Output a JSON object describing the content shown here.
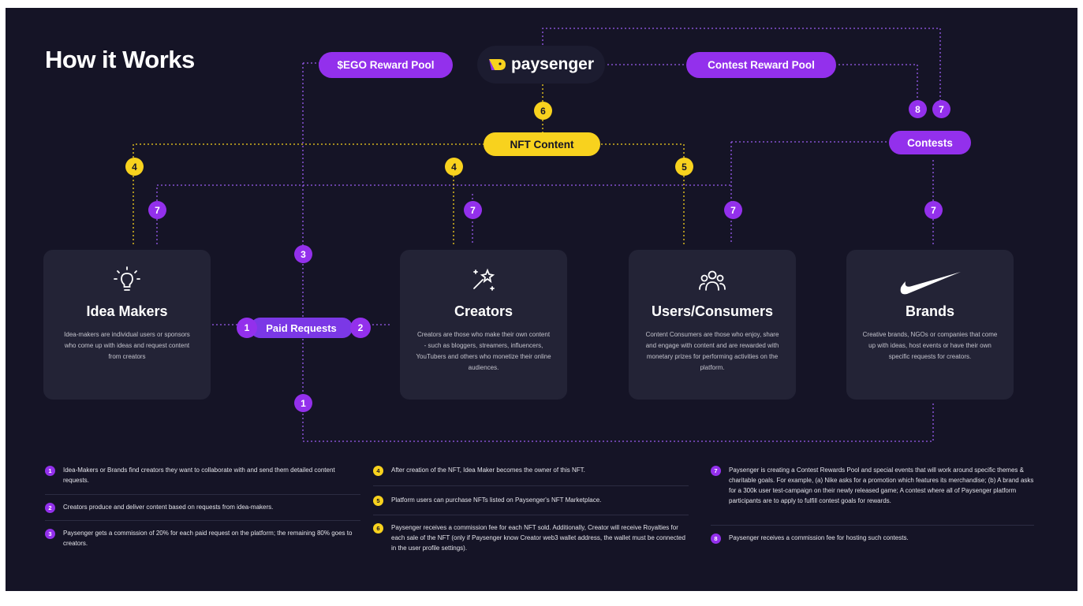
{
  "title": "How it Works",
  "pools": {
    "ego": "$EGO Reward Pool",
    "contest": "Contest Reward Pool"
  },
  "logo": {
    "name": "paysenger",
    "icon": "paysenger-logo-icon"
  },
  "nft": "NFT Content",
  "contests": "Contests",
  "paid_requests": "Paid Requests",
  "badges": {
    "nft_top": "6",
    "contest_8": "8",
    "contest_7": "7",
    "left_4": "4",
    "mid_4": "4",
    "right_5": "5",
    "idea_7": "7",
    "creators_7": "7",
    "users_7": "7",
    "brands_7": "7",
    "pool_3": "3",
    "paid_1": "1",
    "paid_2": "2",
    "bottom_1": "1"
  },
  "cards": [
    {
      "name": "Idea Makers",
      "icon": "lightbulb-icon",
      "desc": "Idea-makers are individual users or sponsors who come up with ideas and request content from creators"
    },
    {
      "name": "Creators",
      "icon": "magic-wand-icon",
      "desc": "Creators are those who make their own content - such as bloggers, streamers, influencers, YouTubers and others who monetize their online audiences."
    },
    {
      "name": "Users/Consumers",
      "icon": "users-group-icon",
      "desc": "Content Consumers are those who enjoy, share and engage with content and are rewarded with monetary prizes for performing activities on the platform."
    },
    {
      "name": "Brands",
      "icon": "nike-swoosh-icon",
      "desc": "Creative brands, NGOs or companies that come up with ideas, host events or have their own specific requests for creators."
    }
  ],
  "notes": [
    {
      "num": "1",
      "text": "Idea-Makers or Brands find creators they want to collaborate with and send them detailed content requests."
    },
    {
      "num": "2",
      "text": "Creators produce and deliver content based on requests from idea-makers."
    },
    {
      "num": "3",
      "text": "Paysenger gets a commission of 20% for each paid request on the platform; the remaining 80% goes to creators."
    },
    {
      "num": "4",
      "text": "After creation of the NFT, Idea Maker becomes the owner of this NFT."
    },
    {
      "num": "5",
      "text": "Platform users can purchase NFTs listed on Paysenger's NFT Marketplace."
    },
    {
      "num": "6",
      "text": "Paysenger receives a commission fee for each NFT sold. Additionally, Creator will receive Royalties for each sale of the NFT (only if Paysenger know Creator web3 wallet address, the wallet must be connected in the user profile settings)."
    },
    {
      "num": "7",
      "text": "Paysenger is creating a Contest Rewards Pool and special events that will work around specific themes & charitable goals. For example, (a) Nike asks for a promotion which features its merchandise; (b) A brand asks for a 300k user test-campaign on their newly released game; A contest where all of Paysenger platform participants are to apply to fulfill contest goals for rewards."
    },
    {
      "num": "8",
      "text": "Paysenger receives a commission fee for hosting such contests."
    }
  ],
  "colors": {
    "background": "#151426",
    "purple": "#9330ec",
    "yellow": "#f8d21e",
    "card": "#232336"
  }
}
